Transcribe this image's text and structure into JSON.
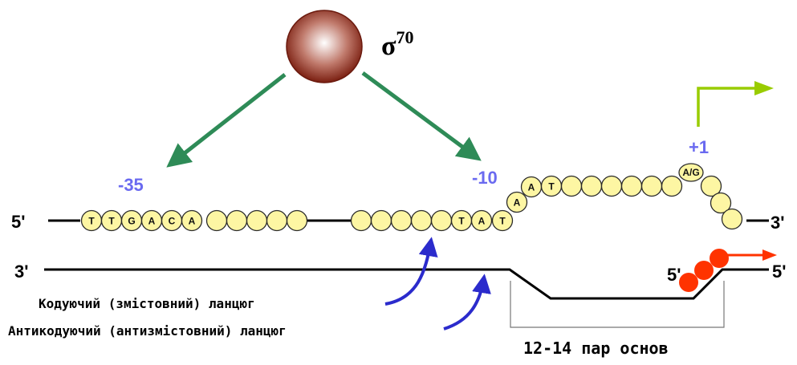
{
  "sigma": {
    "symbol": "σ",
    "superscript": "70"
  },
  "positions": {
    "minus35": "-35",
    "minus10": "-10",
    "plus1": "+1"
  },
  "strand_ends": {
    "top_left": "5'",
    "top_right": "3'",
    "bottom_left": "3'",
    "bottom_right": "5'",
    "rna_start": "5'"
  },
  "box_35_letters": [
    "T",
    "T",
    "G",
    "A",
    "C",
    "A"
  ],
  "box_10_letters": [
    "T",
    "A",
    "T"
  ],
  "bubble_letters": [
    "A",
    "A",
    "T"
  ],
  "start_site_letter": "A/G",
  "labels": {
    "coding_strand": "Кодуючий (змістовний) ланцюг",
    "template_strand": "Антикодуючий (антизмістовний) ланцюг",
    "bubble_size": "12-14 пар основ"
  },
  "colors": {
    "sigma_arrows": "#2e8b57",
    "position_labels": "#6a6af0",
    "strand_pointers": "#2b2bcc",
    "transcription_arrow": "#99cc00",
    "rna": "#ff3300",
    "bead_fill": "#fdf6a3"
  }
}
